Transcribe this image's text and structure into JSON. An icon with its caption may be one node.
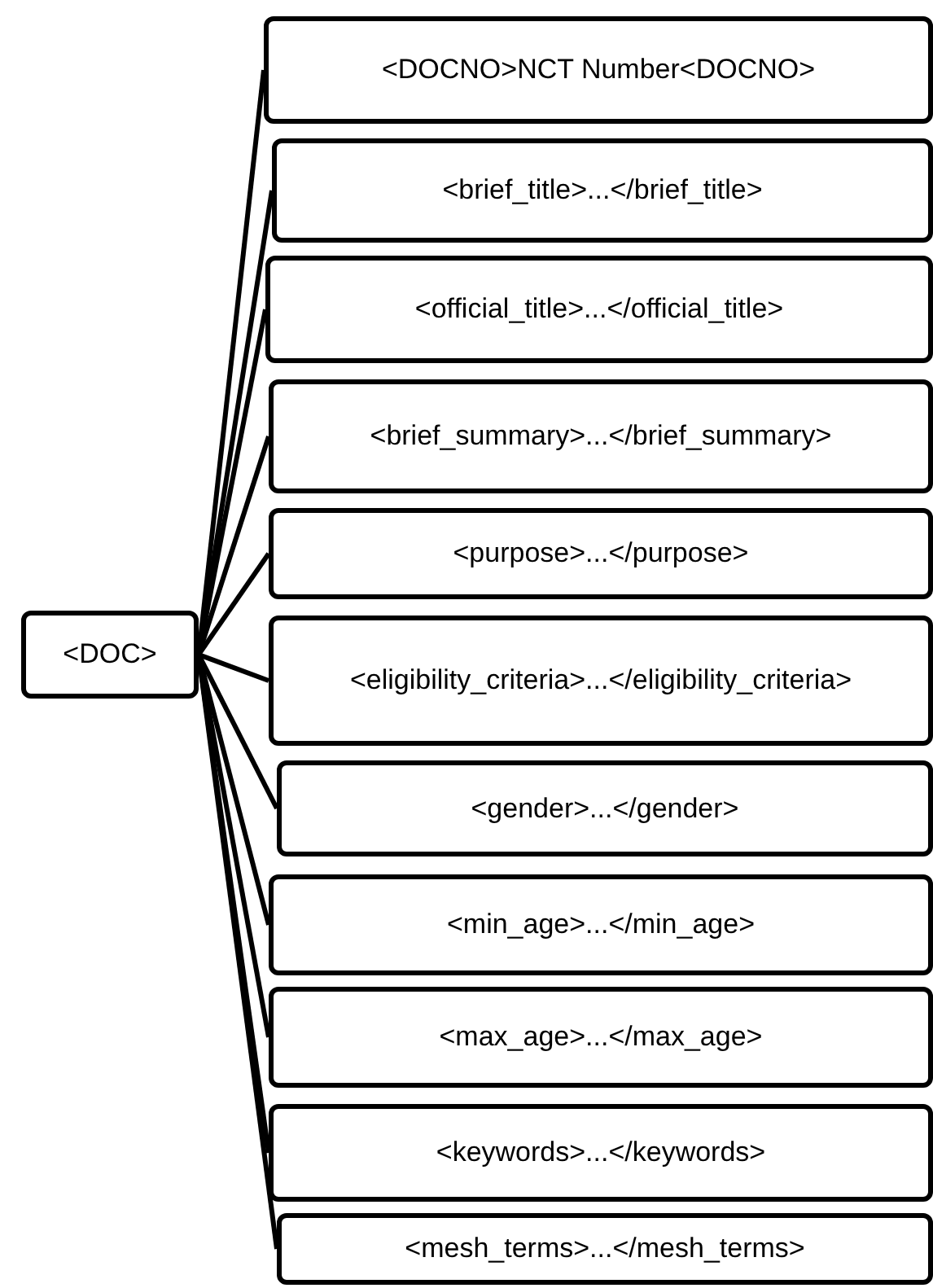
{
  "diagram": {
    "nodes": [
      {
        "text": [
          "<DOC>"
        ]
      },
      {
        "text": [
          "<DOCNO>NCT Number<DOCNO>"
        ]
      },
      {
        "text": [
          "<brief_title>...</brief_title>"
        ]
      },
      {
        "text": [
          "<official_title>...</official_title>"
        ]
      },
      {
        "text": [
          "<brief_summary>...</brief_summary>"
        ]
      },
      {
        "text": [
          "<purpose>...</purpose>"
        ]
      },
      {
        "text": [
          "<eligibility_criteria>...</eligibility_criteria>"
        ]
      },
      {
        "text": [
          "<gender>...</gender>"
        ]
      },
      {
        "text": [
          "<min_age>...</min_age>"
        ]
      },
      {
        "text": [
          "<max_age>...</max_age>"
        ]
      },
      {
        "text": [
          "<keywords>...</keywords>"
        ]
      },
      {
        "text": [
          "<mesh_terms>...</mesh_terms>"
        ]
      }
    ],
    "edges": [
      {
        "from": 0,
        "to": 1,
        "arrow": "none"
      },
      {
        "from": 0,
        "to": 2,
        "arrow": "none"
      },
      {
        "from": 0,
        "to": 3,
        "arrow": "none"
      },
      {
        "from": 0,
        "to": 4,
        "arrow": "none"
      },
      {
        "from": 0,
        "to": 5,
        "arrow": "none"
      },
      {
        "from": 0,
        "to": 6,
        "arrow": "none"
      },
      {
        "from": 0,
        "to": 7,
        "arrow": "none"
      },
      {
        "from": 0,
        "to": 8,
        "arrow": "none"
      },
      {
        "from": 0,
        "to": 9,
        "arrow": "none"
      },
      {
        "from": 0,
        "to": 10,
        "arrow": "none"
      },
      {
        "from": 0,
        "to": 11,
        "arrow": "none"
      }
    ]
  }
}
